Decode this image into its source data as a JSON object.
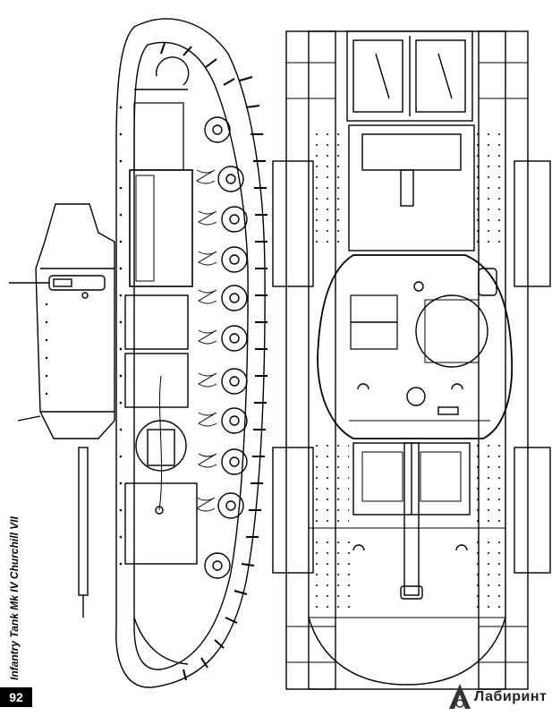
{
  "caption": "Infantry Tank Mk IV Churchill VII",
  "page_number": "92",
  "watermark": {
    "text": "Лабиринт"
  },
  "colors": {
    "ink": "#000000",
    "paper": "#ffffff",
    "page_number_bg": "#000000",
    "page_number_text": "#ffffff"
  },
  "figures": [
    {
      "name": "side-view-drawing"
    },
    {
      "name": "top-view-drawing"
    }
  ]
}
